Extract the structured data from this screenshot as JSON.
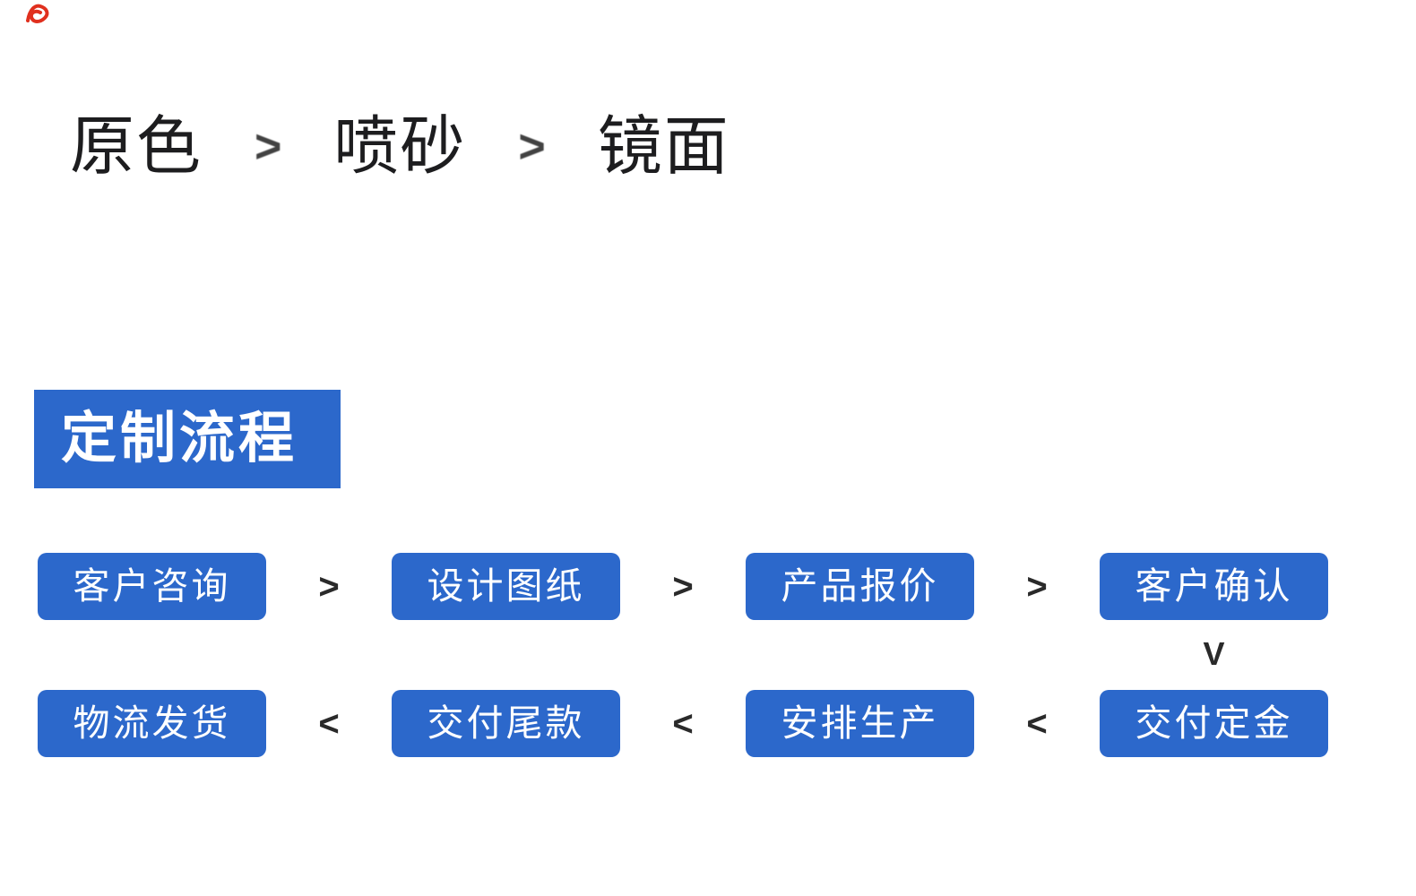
{
  "colors": {
    "primary_blue": "#2c68cb",
    "heading_text": "#1d1d1f",
    "arrow_dark": "#2a2a2a",
    "red_mark": "#e0301e",
    "box_text": "#ffffff",
    "background": "#ffffff"
  },
  "finish_row": {
    "items": [
      "原色",
      "喷砂",
      "镜面"
    ],
    "separator": ">"
  },
  "section_header": {
    "title": "定制流程"
  },
  "process_flow": {
    "row1": {
      "steps": [
        "客户咨询",
        "设计图纸",
        "产品报价",
        "客户确认"
      ],
      "separator": ">"
    },
    "connector_down": "V",
    "row2": {
      "steps": [
        "物流发货",
        "交付尾款",
        "安排生产",
        "交付定金"
      ],
      "separator": "<"
    }
  }
}
